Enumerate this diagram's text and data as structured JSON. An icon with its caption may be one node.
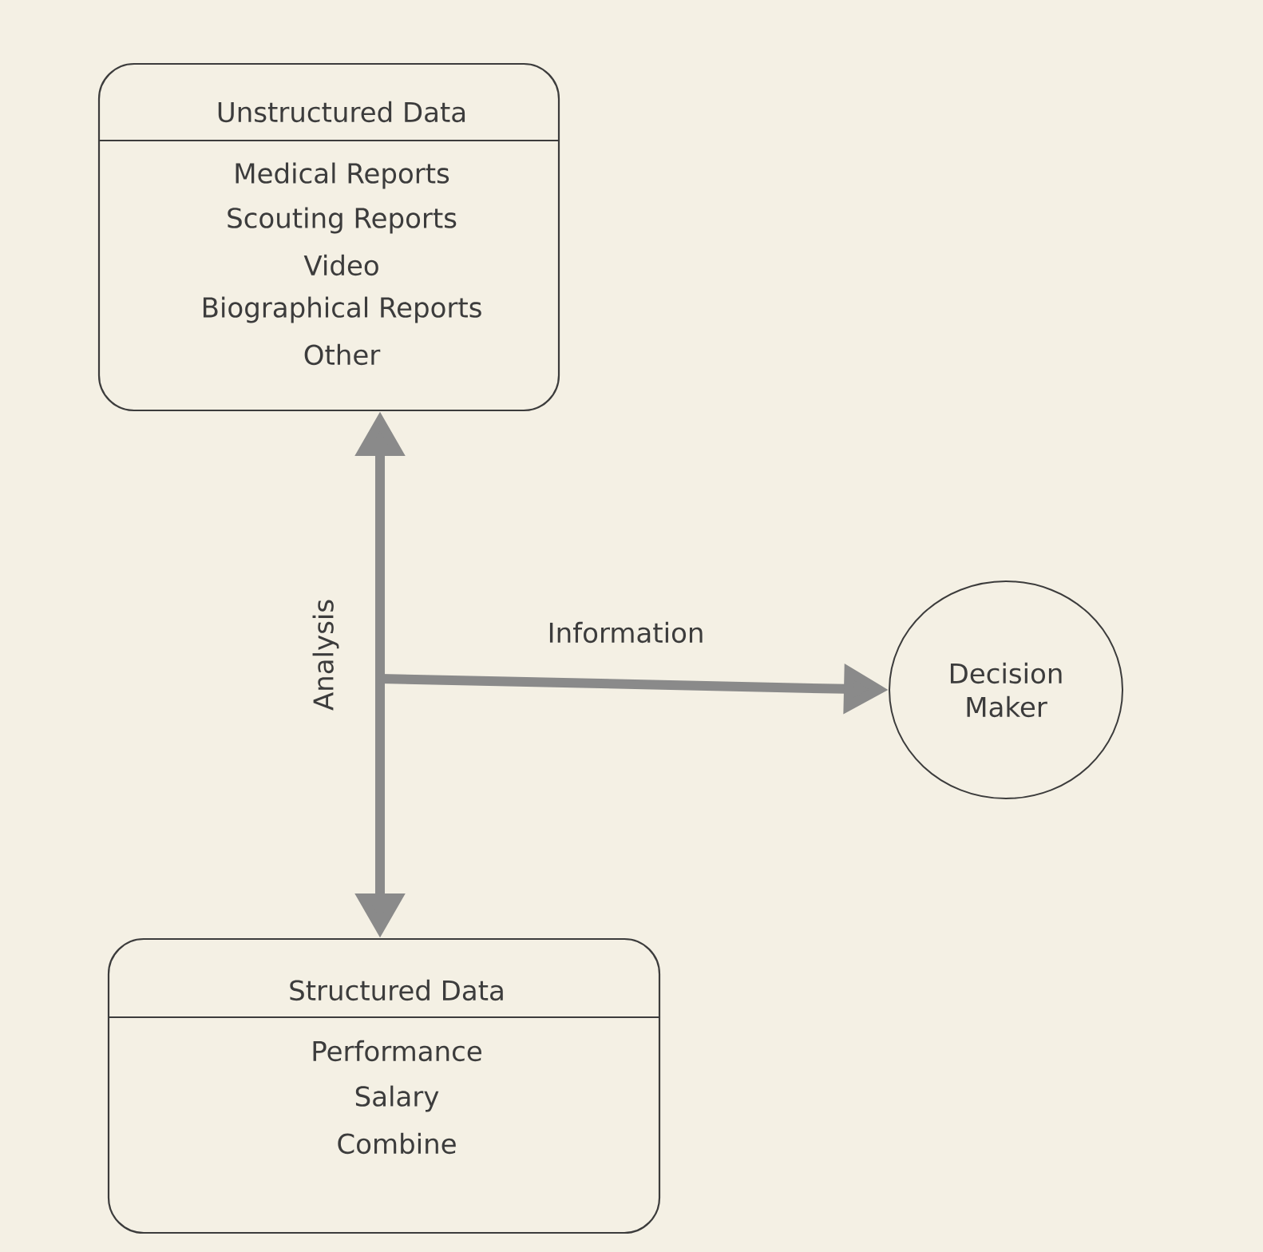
{
  "diagram": {
    "nodes": [
      {
        "text": [
          "Unstructured Data",
          "Medical Reports",
          "Scouting Reports",
          "Video",
          "Biographical Reports",
          "Other"
        ]
      },
      {
        "text": [
          "Structured Data",
          "Performance",
          "Salary",
          "Combine"
        ]
      },
      {
        "text": [
          "Decision Maker"
        ]
      }
    ],
    "edges": [
      {
        "from": 0,
        "to": 1,
        "arrow": "both",
        "label": "Analysis"
      },
      {
        "from": null,
        "to": 2,
        "arrow": "to",
        "label": "Information"
      }
    ]
  }
}
